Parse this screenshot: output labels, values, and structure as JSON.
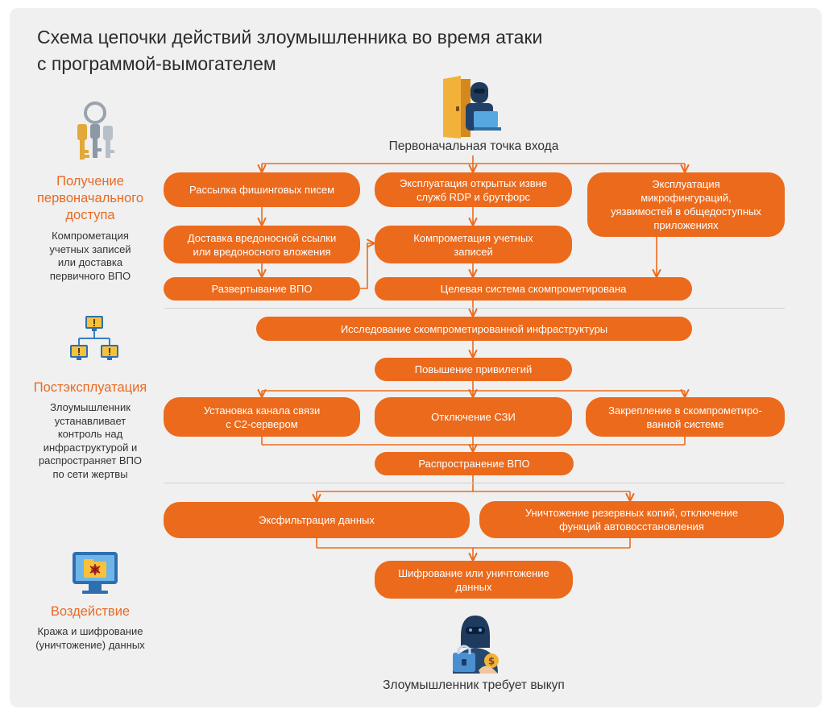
{
  "title": {
    "line1": "Схема цепочки действий злоумышленника во время атаки",
    "line2": "с программой-вымогателем"
  },
  "labels": {
    "entry_point": "Первоначальная точка входа",
    "ransom": "Злоумышленник требует выкуп"
  },
  "stages": [
    {
      "title_lines": [
        "Получение",
        "первоначального",
        "доступа"
      ],
      "desc_lines": [
        "Компрометация",
        "учетных записей",
        "или доставка",
        "первичного ВПО"
      ]
    },
    {
      "title_lines": [
        "Постэксплуатация"
      ],
      "desc_lines": [
        "Злоумышленник",
        "устанавливает",
        "контроль над",
        "инфраструктурой и",
        "распространяет ВПО",
        "по сети жертвы"
      ]
    },
    {
      "title_lines": [
        "Воздействие"
      ],
      "desc_lines": [
        "Кража и шифрование",
        "(уничтожение) данных"
      ]
    }
  ],
  "boxes": {
    "phishing": [
      "Рассылка фишинговых писем"
    ],
    "rdp": [
      "Эксплуатация открытых извне",
      "служб RDP и брутфорс"
    ],
    "misconfig": [
      "Эксплуатация",
      "микрофингураций,",
      "уязвимостей в общедоступных",
      "приложениях"
    ],
    "delivery": [
      "Доставка вредоносной ссылки",
      "или вредоносного вложения"
    ],
    "accounts": [
      "Компрометация учетных",
      "записей"
    ],
    "deploy": [
      "Развертывание ВПО"
    ],
    "target": [
      "Целевая система скомпрометирована"
    ],
    "research": [
      "Исследование скомпрометированной инфраструктуры"
    ],
    "privesc": [
      "Повышение привилегий"
    ],
    "c2": [
      "Установка канала связи",
      "с C2-сервером"
    ],
    "disable": [
      "Отключение СЗИ"
    ],
    "persist": [
      "Закрепление в скомпрометиро-",
      "ванной системе"
    ],
    "spread": [
      "Распространение ВПО"
    ],
    "exfil": [
      "Эксфильтрация данных"
    ],
    "backup": [
      "Уничтожение резервных копий, отключение",
      "функций автовосстановления"
    ],
    "encrypt": [
      "Шифрование или уничтожение",
      "данных"
    ]
  },
  "icons": {
    "keys": "keys-icon",
    "network": "network-warning-icon",
    "monitor": "infected-monitor-icon",
    "door": "door-hacker-icon",
    "hacker": "hacker-ransom-icon"
  },
  "colors": {
    "accent": "#ec6a1c",
    "stage_title": "#e96a22",
    "connector": "#ec6a1c",
    "background": "#f0f0f0"
  }
}
